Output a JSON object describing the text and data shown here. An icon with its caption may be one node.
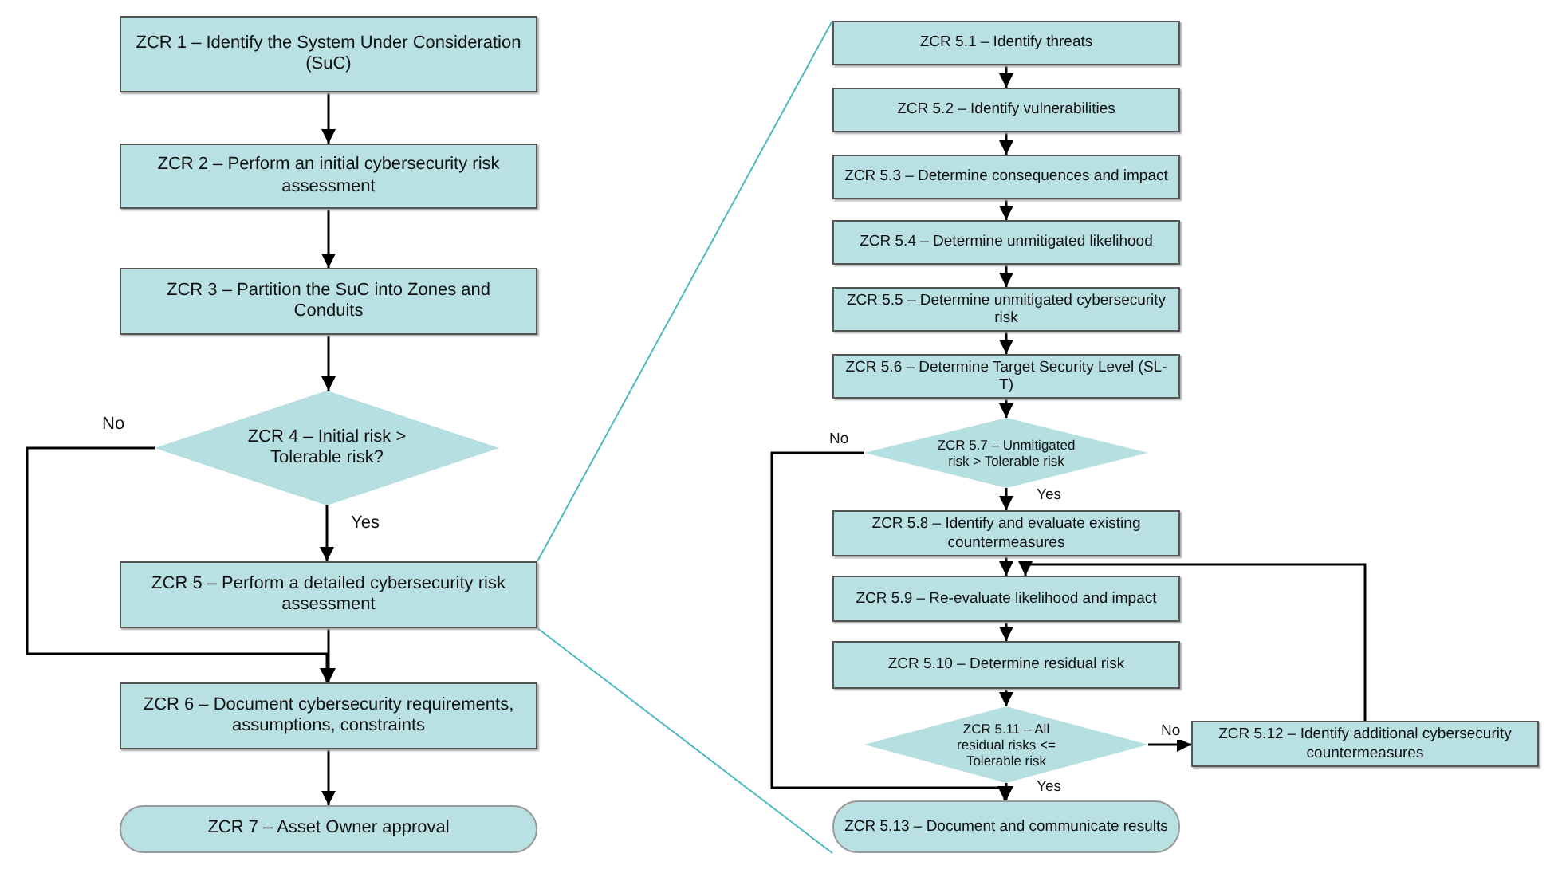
{
  "diagram": {
    "nodes": [
      {
        "text": [
          "ZCR 1 – Identify the System Under Consideration (SuC)"
        ]
      },
      {
        "text": [
          "ZCR 2 – Perform an initial cybersecurity risk assessment"
        ]
      },
      {
        "text": [
          "ZCR 3 – Partition the SuC into Zones and Conduits"
        ]
      },
      {
        "text": [
          "ZCR 4 – Initial risk > Tolerable risk?"
        ]
      },
      {
        "text": [
          "ZCR 5 – Perform a detailed cybersecurity risk assessment"
        ]
      },
      {
        "text": [
          "ZCR 6 – Document cybersecurity requirements, assumptions, constraints"
        ]
      },
      {
        "text": [
          "ZCR 7 – Asset Owner approval"
        ]
      },
      {
        "text": [
          "ZCR 5.1 – Identify threats"
        ]
      },
      {
        "text": [
          "ZCR 5.2 – Identify vulnerabilities"
        ]
      },
      {
        "text": [
          "ZCR 5.3 – Determine consequences and impact"
        ]
      },
      {
        "text": [
          "ZCR 5.4 – Determine unmitigated likelihood"
        ]
      },
      {
        "text": [
          "ZCR 5.5 – Determine unmitigated cybersecurity risk"
        ]
      },
      {
        "text": [
          "ZCR 5.6 – Determine Target Security Level (SL-T)"
        ]
      },
      {
        "text": [
          "ZCR 5.7 – Unmitigated risk > Tolerable risk"
        ]
      },
      {
        "text": [
          "ZCR 5.8 – Identify and evaluate existing countermeasures"
        ]
      },
      {
        "text": [
          "ZCR 5.9 – Re-evaluate likelihood and impact"
        ]
      },
      {
        "text": [
          "ZCR 5.10 – Determine residual risk"
        ]
      },
      {
        "text": [
          "ZCR 5.11 – All residual risks <= Tolerable risk"
        ]
      },
      {
        "text": [
          "ZCR 5.12 – Identify additional cybersecurity countermeasures"
        ]
      },
      {
        "text": [
          "ZCR 5.13 – Document and communicate results"
        ]
      }
    ],
    "edges": [
      {
        "from": 0,
        "to": 1,
        "arrow": "to"
      },
      {
        "from": 1,
        "to": 2,
        "arrow": "to"
      },
      {
        "from": 2,
        "to": 3,
        "arrow": "to"
      },
      {
        "from": 3,
        "to": 4,
        "arrow": "to",
        "label": "Yes"
      },
      {
        "from": 3,
        "to": 5,
        "arrow": "to",
        "label": "No"
      },
      {
        "from": 4,
        "to": 5,
        "arrow": "to"
      },
      {
        "from": 5,
        "to": 6,
        "arrow": "to"
      },
      {
        "from": 7,
        "to": 8,
        "arrow": "to"
      },
      {
        "from": 8,
        "to": 9,
        "arrow": "to"
      },
      {
        "from": 9,
        "to": 10,
        "arrow": "to"
      },
      {
        "from": 10,
        "to": 11,
        "arrow": "to"
      },
      {
        "from": 11,
        "to": 12,
        "arrow": "to"
      },
      {
        "from": 12,
        "to": 13,
        "arrow": "to"
      },
      {
        "from": 13,
        "to": 14,
        "arrow": "to",
        "label": "Yes"
      },
      {
        "from": 13,
        "to": 19,
        "arrow": "to",
        "label": "No"
      },
      {
        "from": 14,
        "to": 15,
        "arrow": "to"
      },
      {
        "from": 15,
        "to": 16,
        "arrow": "to"
      },
      {
        "from": 16,
        "to": 17,
        "arrow": "to"
      },
      {
        "from": 17,
        "to": 18,
        "arrow": "to",
        "label": "No"
      },
      {
        "from": 17,
        "to": 19,
        "arrow": "to",
        "label": "Yes"
      },
      {
        "from": 18,
        "to": 15,
        "arrow": "to"
      },
      {
        "from": 4,
        "to": 7,
        "arrow": "none",
        "color": "#4fb8c0"
      },
      {
        "from": 4,
        "to": 19,
        "arrow": "none",
        "color": "#4fb8c0"
      }
    ]
  }
}
